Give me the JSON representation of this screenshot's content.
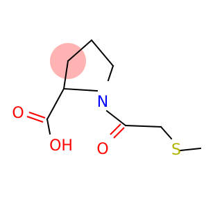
{
  "molecule": {
    "atoms": {
      "nitrogen": "N",
      "carbonyl_oxygen": "O",
      "acid_carbonyl_oxygen": "O",
      "hydroxyl": "OH",
      "sulfur": "S"
    },
    "colors": {
      "nitrogen": "#0000ff",
      "oxygen": "#ff0000",
      "sulfur": "#b2b200",
      "bond": "#000000",
      "stereo_highlight": "#ffb3b3"
    }
  }
}
